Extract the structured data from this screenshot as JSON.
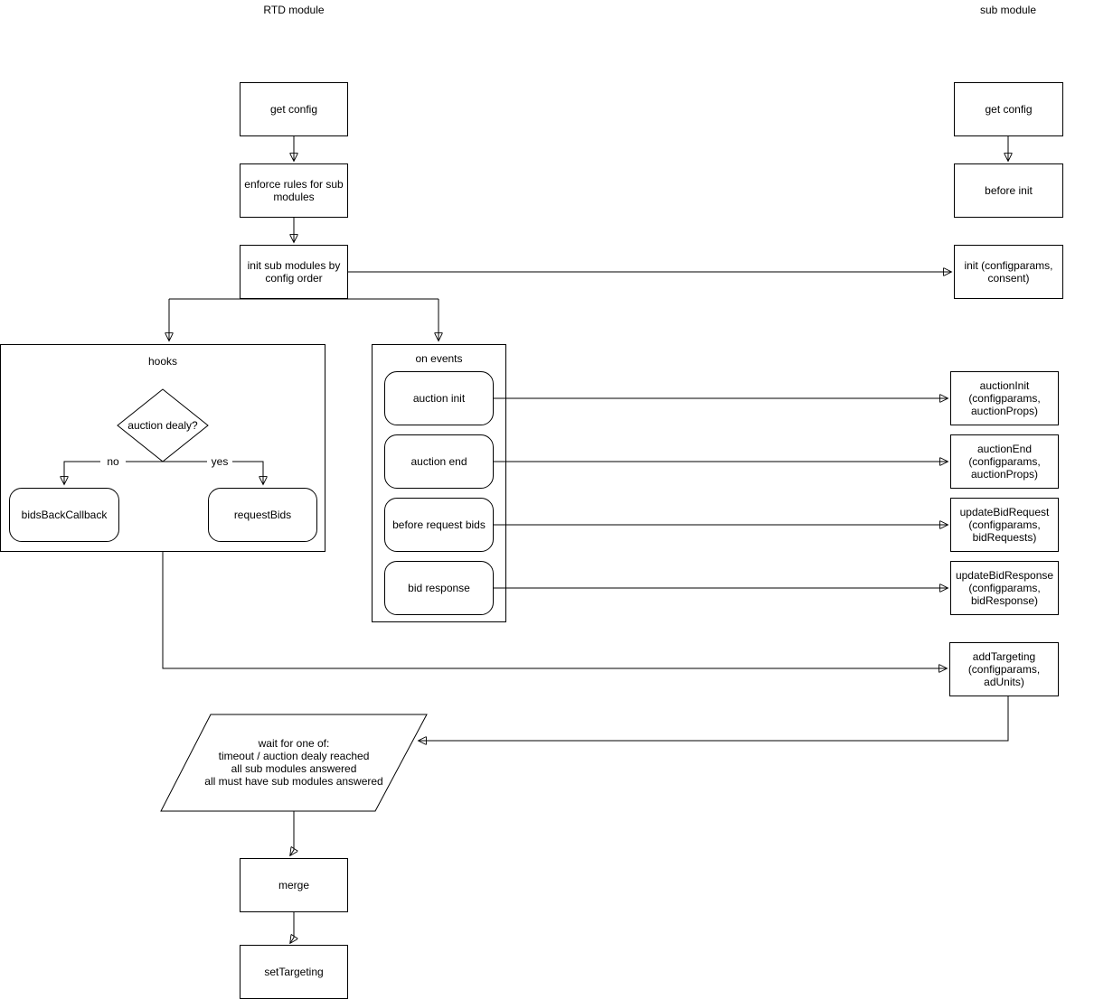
{
  "lanes": {
    "left": "RTD module",
    "right": "sub module"
  },
  "rtd": {
    "get_config": "get config",
    "enforce_rules": "enforce rules for sub modules",
    "init_sub_modules": "init sub modules by config order",
    "wait": "wait for one of:\ntimeout / auction dealy reached\nall sub modules answered\nall must have sub modules answered",
    "merge": "merge",
    "set_targeting": "setTargeting"
  },
  "hooks": {
    "title": "hooks",
    "decision": "auction dealy?",
    "no_label": "no",
    "yes_label": "yes",
    "no_target": "bidsBackCallback",
    "yes_target": "requestBids"
  },
  "events": {
    "title": "on events",
    "items": [
      "auction init",
      "auction end",
      "before request bids",
      "bid response"
    ]
  },
  "sub": {
    "get_config": "get config",
    "before_init": "before init",
    "init": "init (configparams, consent)",
    "handlers": [
      "auctionInit (configparams, auctionProps)",
      "auctionEnd (configparams, auctionProps)",
      "updateBidRequest (configparams, bidRequests)",
      "updateBidResponse (configparams, bidResponse)",
      "addTargeting (configparams, adUnits)"
    ]
  },
  "colors": {
    "stroke": "#000000",
    "background": "#ffffff"
  }
}
